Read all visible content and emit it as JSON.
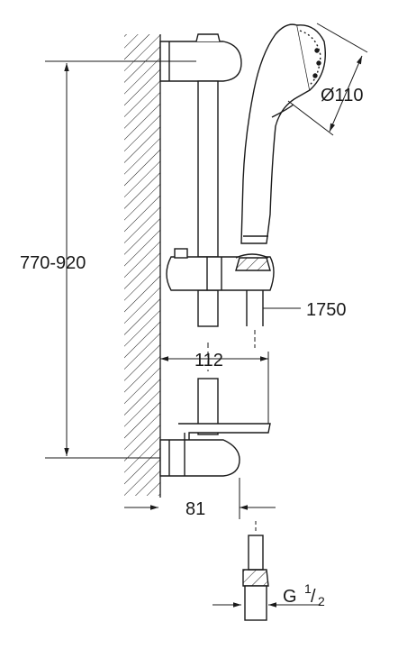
{
  "dimensions": {
    "height_range": "770-920",
    "hose_length": "1750",
    "head_diameter": "Ø110",
    "rail_offset": "112",
    "bracket_depth": "81",
    "thread_prefix": "G",
    "thread_num": "1",
    "thread_den": "2"
  },
  "colors": {
    "line": "#1a1a1a",
    "fill": "#ffffff",
    "hatch": "#1a1a1a"
  }
}
